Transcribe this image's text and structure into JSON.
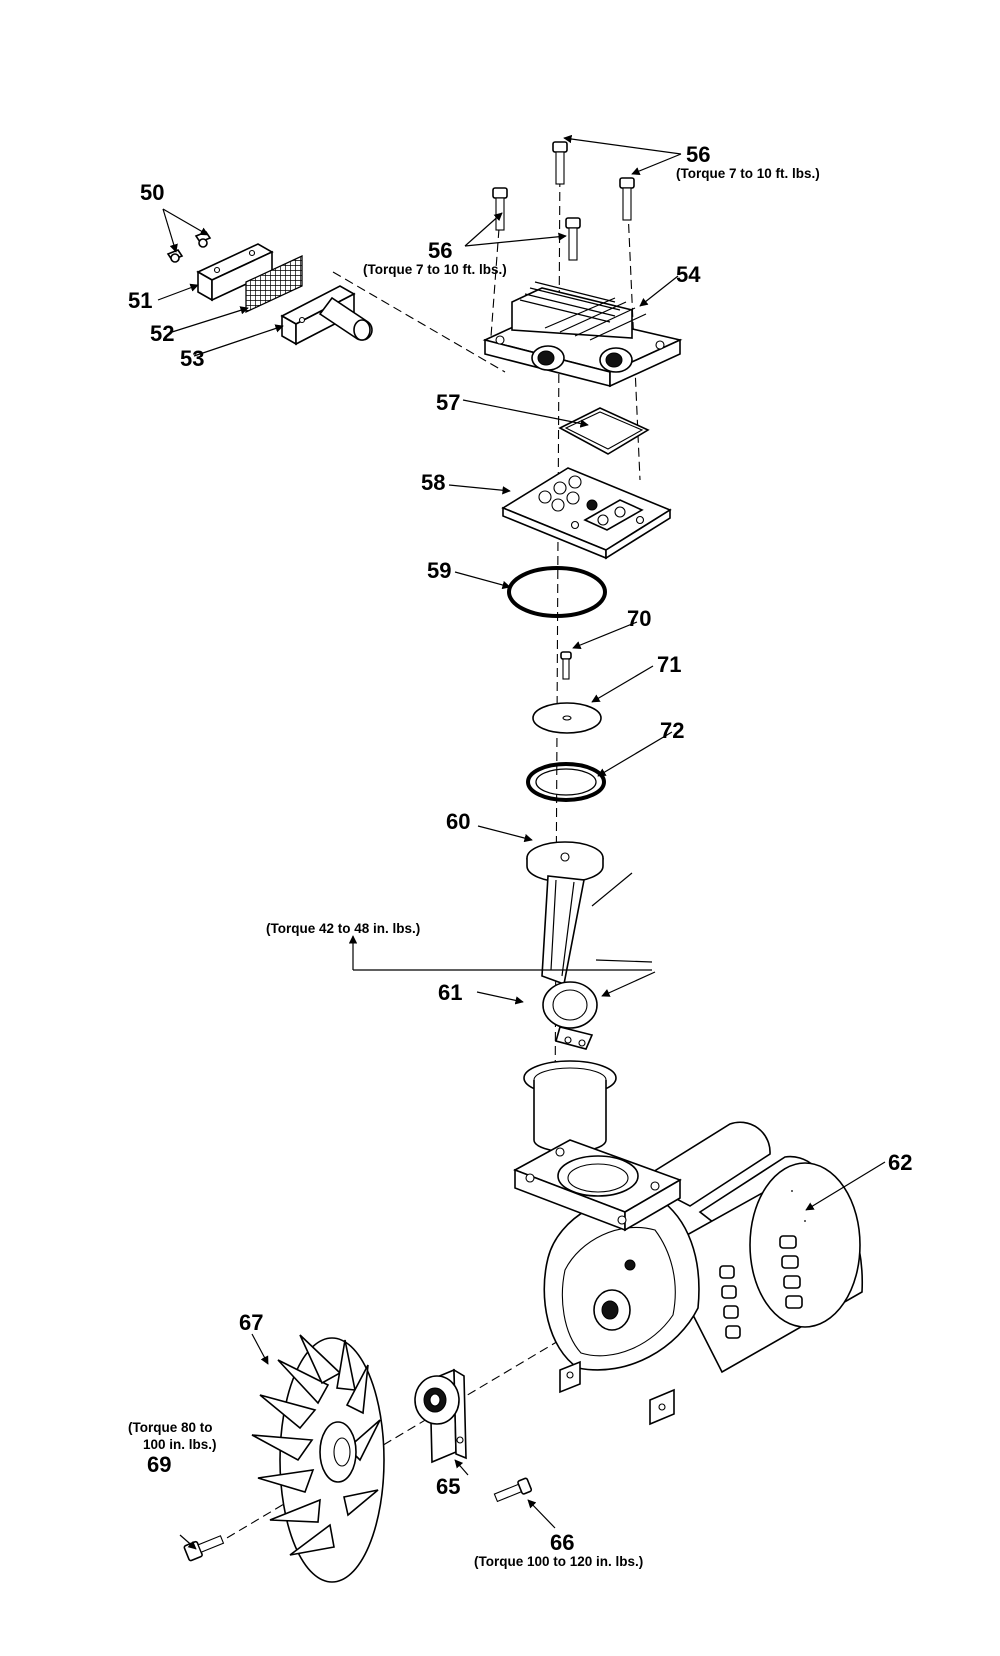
{
  "callouts": {
    "n50": "50",
    "n51": "51",
    "n52": "52",
    "n53": "53",
    "n54": "54",
    "n56a": "56",
    "n56b": "56",
    "n57": "57",
    "n58": "58",
    "n59": "59",
    "n60": "60",
    "n61": "61",
    "n62": "62",
    "n65": "65",
    "n66": "66",
    "n67": "67",
    "n69": "69",
    "n70": "70",
    "n71": "71",
    "n72": "72"
  },
  "torque": {
    "t56a": "(Torque 7 to 10 ft. lbs.)",
    "t56b": "(Torque 7 to 10 ft. lbs.)",
    "t_conrod": "(Torque 42 to 48 in. lbs.)",
    "t69_line1": "(Torque 80 to",
    "t69_line2": "100 in. lbs.)",
    "t66": "(Torque 100 to 120 in. lbs.)"
  }
}
